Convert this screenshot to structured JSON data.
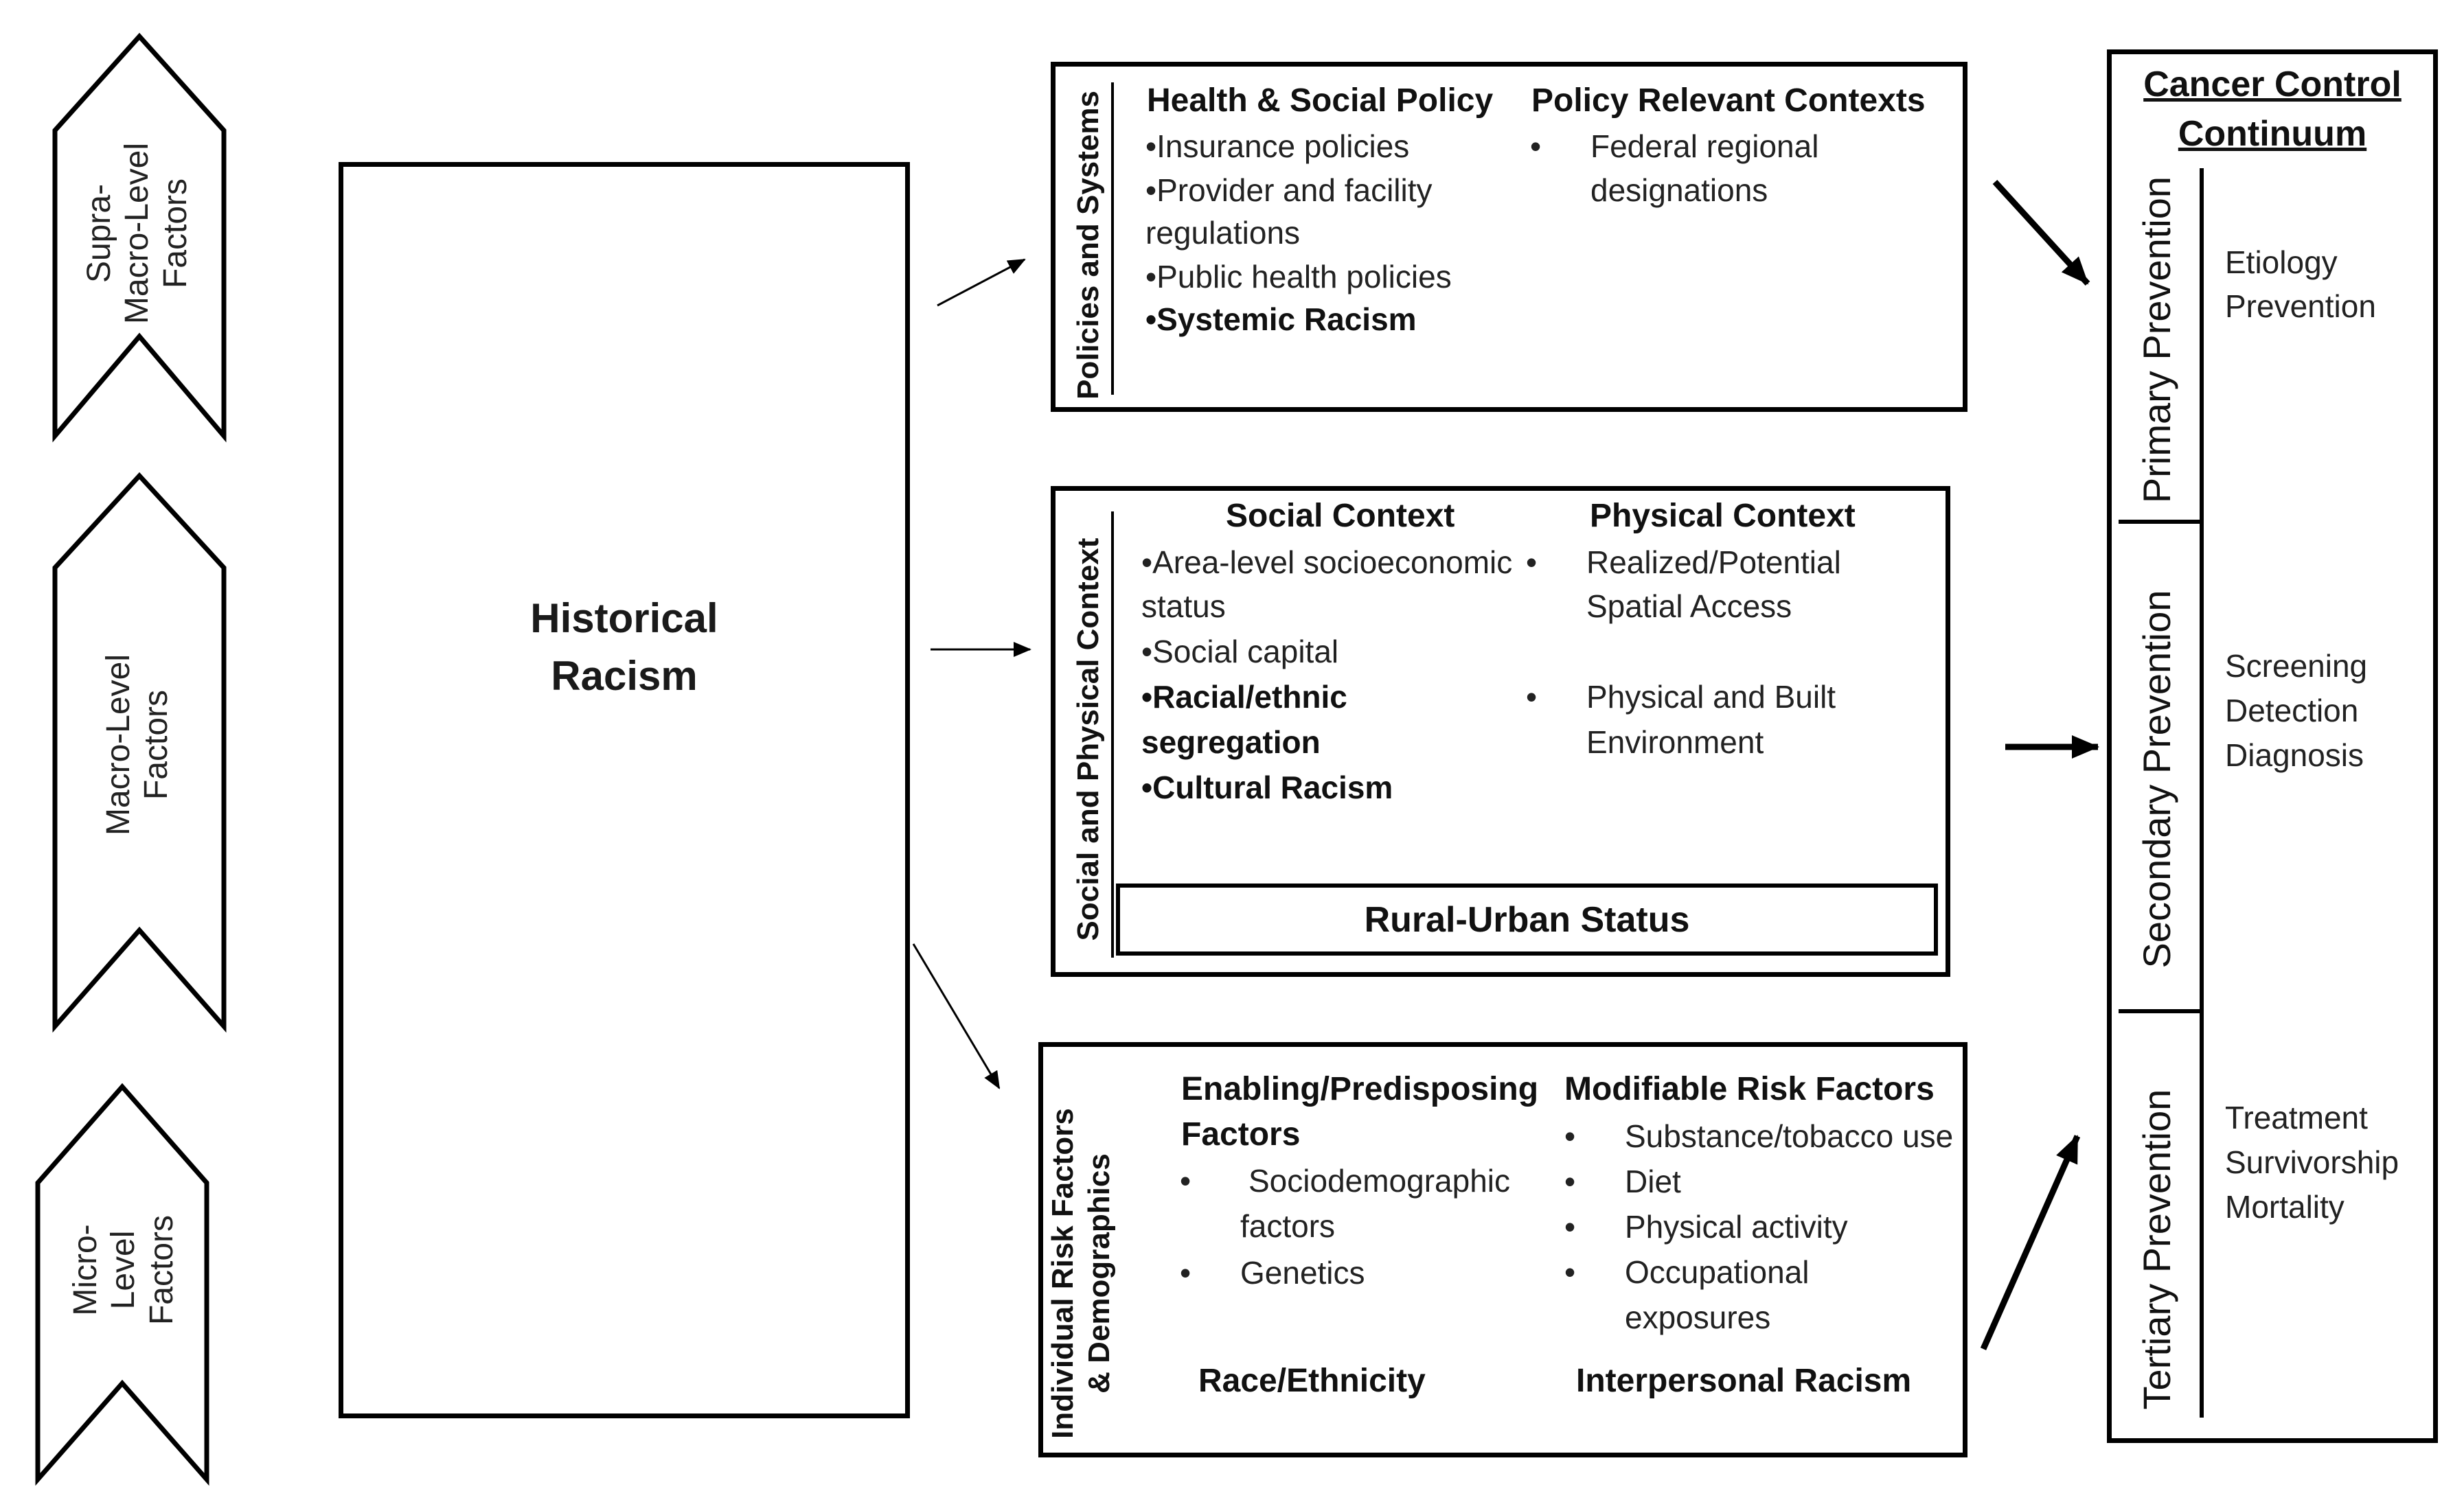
{
  "level_factors": [
    {
      "label": "Supra-\nMacro-Level\nFactors"
    },
    {
      "label": "Macro-Level\nFactors"
    },
    {
      "label": "Micro-\nLevel\nFactors"
    }
  ],
  "historical_racism": "Historical\nRacism",
  "policies": {
    "side_label": "Policies and Systems",
    "health_title": "Health & Social Policy",
    "health_items": [
      "•Insurance  policies",
      "•Provider and facility",
      "regulations",
      "•Public health  policies",
      "•Systemic  Racism"
    ],
    "context_title": "Policy Relevant Contexts",
    "context_bullet": "•",
    "context_items": [
      "Federal regional",
      "designations"
    ]
  },
  "social": {
    "side_label": "Social and Physical Context",
    "social_title": "Social Context",
    "social_items": [
      "•Area-level socioeconomic",
      "status",
      "•Social capital",
      "•Racial/ethnic",
      "segregation",
      "•Cultural Racism"
    ],
    "physical_title": "Physical Context",
    "physical_bullets": [
      "•",
      "•"
    ],
    "physical_items": [
      "Realized/Potential",
      "Spatial Access",
      "Physical and Built",
      "Environment"
    ],
    "rural_urban": "Rural-Urban Status"
  },
  "individual": {
    "side_label": "Individual Risk Factors\n& Demographics",
    "enabling_title": [
      "Enabling/Predisposing",
      "Factors"
    ],
    "enabling_bullets": [
      "•",
      "•"
    ],
    "enabling_items": [
      "Sociodemographic",
      "factors",
      "Genetics"
    ],
    "modifiable_title": "Modifiable Risk Factors",
    "modifiable_bullets": [
      "•",
      "•",
      "•",
      "•"
    ],
    "modifiable_items": [
      "Substance/tobacco use",
      "Diet",
      "Physical activity",
      "Occupational",
      "exposures"
    ],
    "race_ethnicity": "Race/Ethnicity",
    "interpersonal_racism": "Interpersonal Racism"
  },
  "continuum": {
    "title": [
      "Cancer Control",
      "Continuum"
    ],
    "stages": [
      {
        "label": "Primary Prevention",
        "items": [
          "Etiology",
          "Prevention"
        ]
      },
      {
        "label": "Secondary Prevention",
        "items": [
          "Screening",
          "Detection",
          "Diagnosis"
        ]
      },
      {
        "label": "Tertiary Prevention",
        "items": [
          "Treatment",
          "Survivorship",
          "Mortality"
        ]
      }
    ]
  }
}
